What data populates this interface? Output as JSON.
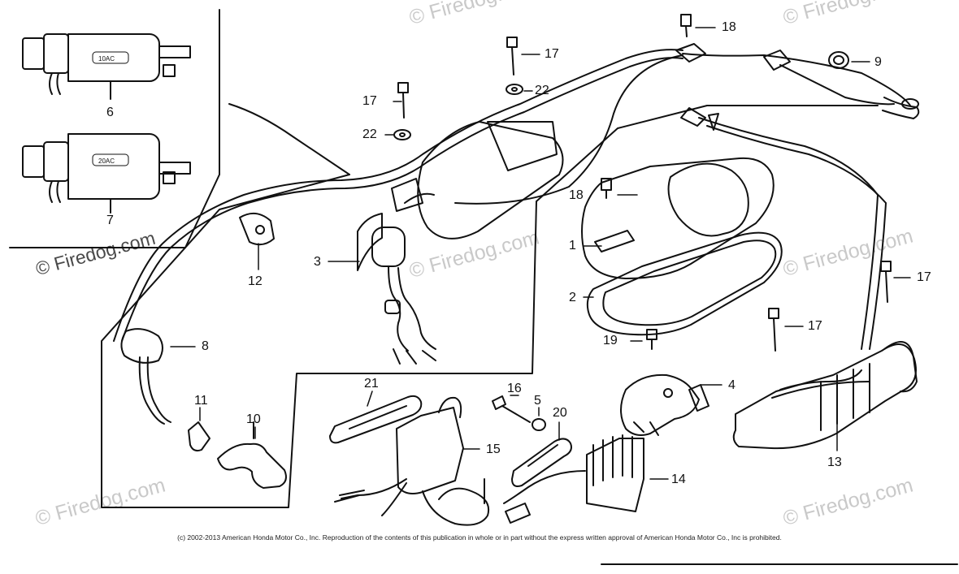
{
  "watermark": "© Firedog.com",
  "copyright": "(c) 2002-2013 American Honda Motor Co., Inc. Reproduction of the contents of this publication in whole or in part without the express written approval of American Honda Motor Co., Inc is prohibited.",
  "coil_labels": {
    "coil_6": "10AC",
    "coil_7": "20AC"
  },
  "callouts": {
    "p1": "1",
    "p2": "2",
    "p3": "3",
    "p4": "4",
    "p5": "5",
    "p6": "6",
    "p7": "7",
    "p8": "8",
    "p9": "9",
    "p10": "10",
    "p11": "11",
    "p12": "12",
    "p13": "13",
    "p14": "14",
    "p15": "15",
    "p16": "16",
    "p17a": "17",
    "p17b": "17",
    "p17c": "17",
    "p17d": "17",
    "p18a": "18",
    "p18b": "18",
    "p19": "19",
    "p20": "20",
    "p21": "21",
    "p22a": "22",
    "p22b": "22"
  }
}
